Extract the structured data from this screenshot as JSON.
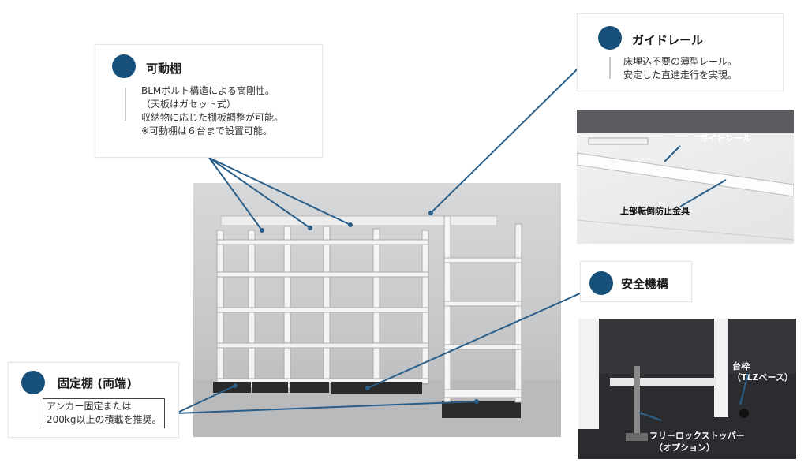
{
  "movable_shelf": {
    "title": "可動棚",
    "lines": [
      "BLMボルト構造による高剛性。",
      "（天板はガセット式）",
      "収納物に応じた棚板調整が可能。",
      "※可動棚は６台まで設置可能。"
    ]
  },
  "guide_rail": {
    "title": "ガイドレール",
    "lines": [
      "床埋込不要の薄型レール。",
      "安定した直進走行を実現。"
    ]
  },
  "rail_photo": {
    "label_rail": "ガイドレール",
    "label_bracket": "上部転倒防止金具"
  },
  "safety": {
    "title": "安全機構"
  },
  "safety_photo": {
    "label_base_1": "台枠",
    "label_base_2": "（TLZベース）",
    "label_stopper_1": "フリーロックストッパー",
    "label_stopper_2": "（オプション）"
  },
  "fixed_shelf": {
    "title": "固定棚 (両端)",
    "lines": [
      "アンカー固定または",
      "200kg以上の積載を推奨。"
    ]
  },
  "colors": {
    "accent": "#17507a",
    "leader_line": "#2a5f8a"
  }
}
